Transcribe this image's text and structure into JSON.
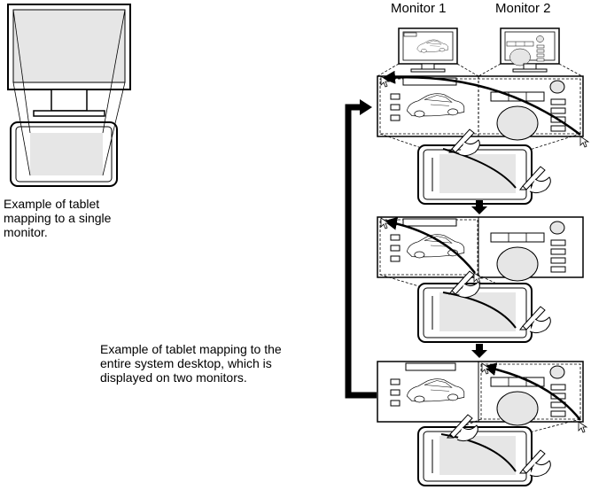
{
  "labels": {
    "monitor_1": "Monitor 1",
    "monitor_2": "Monitor 2"
  },
  "captions": {
    "single": "Example of tablet\nmapping to a single\nmonitor.",
    "dual": "Example of tablet mapping to the\nentire system desktop, which is\ndisplayed on two monitors."
  },
  "colors": {
    "screen_fill": "#e6e6e6",
    "line": "#000000",
    "background": "#ffffff"
  },
  "icons": [
    "monitor-icon",
    "tablet-icon",
    "pen-icon",
    "car-icon",
    "cursor-arrow-icon"
  ]
}
